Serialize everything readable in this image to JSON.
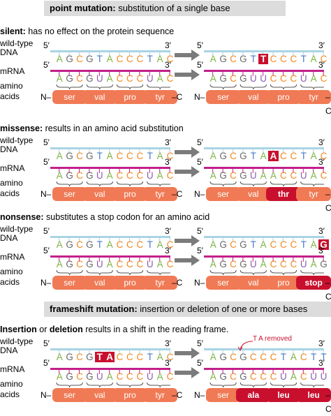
{
  "banners": {
    "point": {
      "bold": "point mutation:",
      "rest": " substitution of a single base"
    },
    "frameshift": {
      "bold": "frameshift mutation:",
      "rest": " insertion or deletion of one or more bases"
    }
  },
  "labels": {
    "wild_type": "wild-type",
    "dna": "DNA",
    "mrna": "mRNA",
    "amino": "amino",
    "acids": "acids",
    "five_prime": "5′",
    "three_prime": "3′",
    "n_term": "N–",
    "c_term": "–C"
  },
  "sections": [
    {
      "key": "silent",
      "title_bold": "silent:",
      "title_rest": " has no effect on the protein sequence",
      "wt_dna": "AGCGTACCCTAC",
      "mut_dna": "AGCGTTCCCTAC",
      "mut_dna_hl": [
        5
      ],
      "wt_mrna": "AGCGUACCCUAC",
      "mut_mrna": "AGCGUUCCCUAC",
      "mut_mrna_hl": [],
      "wt_aa": [
        "ser",
        "val",
        "pro",
        "tyr"
      ],
      "mut_aa": [
        "ser",
        "val",
        "pro",
        "tyr"
      ],
      "mut_aa_hl": []
    },
    {
      "key": "missense",
      "title_bold": "missense:",
      "title_rest": " results in an amino acid substitution",
      "wt_dna": "AGCGTACCCTAC",
      "mut_dna": "AGCGTAACCTAC",
      "mut_dna_hl": [
        6
      ],
      "wt_mrna": "AGCGUACCCUAC",
      "mut_mrna": "AGCGUAACCUAC",
      "mut_mrna_hl": [],
      "wt_aa": [
        "ser",
        "val",
        "pro",
        "tyr"
      ],
      "mut_aa": [
        "ser",
        "val",
        "thr",
        "tyr"
      ],
      "mut_aa_hl": [
        2
      ]
    },
    {
      "key": "nonsense",
      "title_bold": "nonsense:",
      "title_rest": " substitutes a stop codon for an amino acid",
      "wt_dna": "AGCGTACCCTAC",
      "mut_dna": "AGCGTACCCTAG",
      "mut_dna_hl": [
        11
      ],
      "wt_mrna": "AGCGUACCCUAC",
      "mut_mrna": "AGCGUACCCUAG",
      "mut_mrna_hl": [],
      "wt_aa": [
        "ser",
        "val",
        "pro",
        "tyr"
      ],
      "mut_aa": [
        "ser",
        "val",
        "pro",
        "stop"
      ],
      "mut_aa_hl": [
        3
      ]
    },
    {
      "key": "frameshift",
      "title_bold": "Insertion",
      "title_mid": " or ",
      "title_bold2": "deletion",
      "title_rest": " results in a shift in the reading frame.",
      "note": "T A removed",
      "wt_dna": "AGCGTACCCTAC",
      "wt_dna_hl": [
        4,
        5
      ],
      "mut_dna": "AGCGCCCTACTT",
      "mut_dna_hl": [],
      "wt_mrna": "AGCGUACCCUAC",
      "mut_mrna": "AGCGCCCUACUU",
      "mut_mrna_hl": [],
      "wt_aa": [
        "ser",
        "val",
        "pro",
        "tyr"
      ],
      "mut_aa": [
        "ser",
        "ala",
        "leu",
        "leu"
      ],
      "mut_aa_hl": [
        1,
        2,
        3
      ]
    }
  ]
}
